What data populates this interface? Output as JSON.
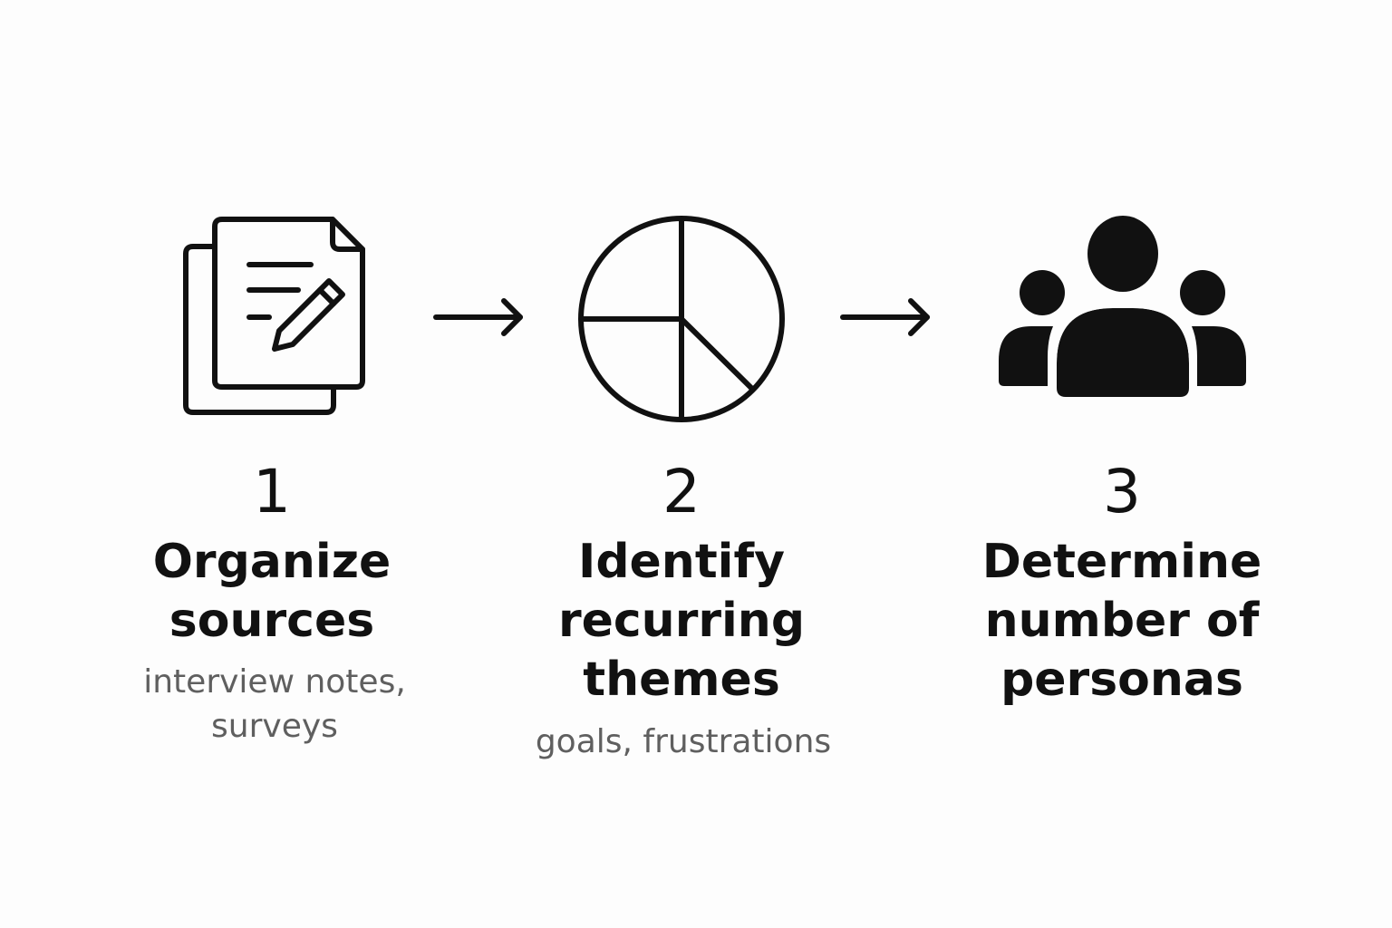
{
  "steps": [
    {
      "number": "1",
      "title": "Organize\nsources",
      "subtitle": "interview notes,\nsurveys",
      "icon": "document-edit-icon"
    },
    {
      "number": "2",
      "title": "Identify\nrecurring\nthemes",
      "subtitle": "goals, frustrations",
      "icon": "pie-chart-icon"
    },
    {
      "number": "3",
      "title": "Determine\nnumber of\npersonas",
      "subtitle": "",
      "icon": "users-group-icon"
    }
  ],
  "arrows": [
    "arrow-right-icon",
    "arrow-right-icon"
  ],
  "colors": {
    "background": "#fdfdfd",
    "text": "#111111",
    "subtitle": "#5f5f5f"
  }
}
